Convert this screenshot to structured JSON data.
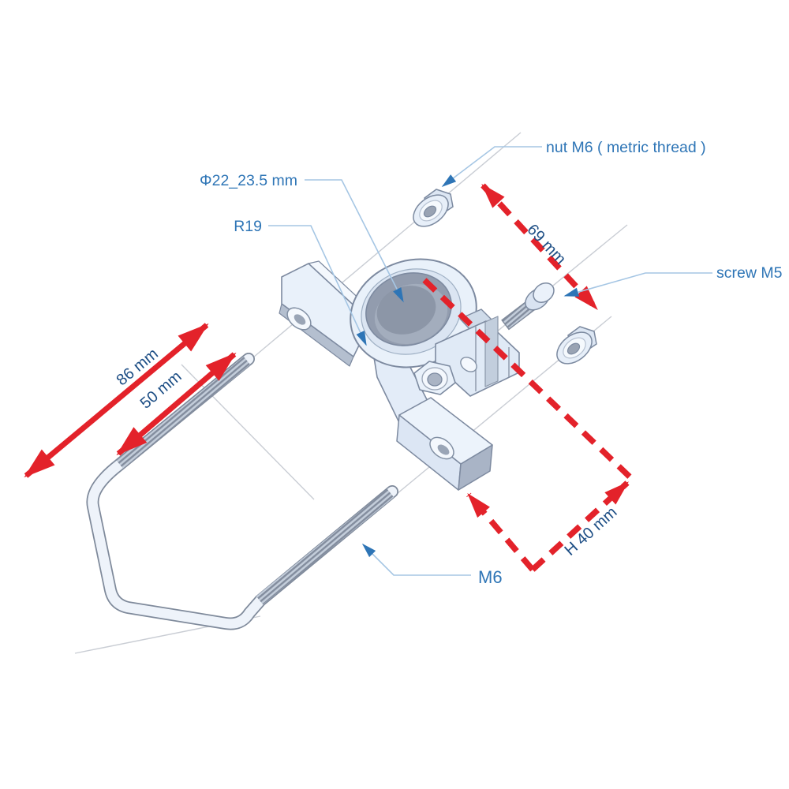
{
  "labels": {
    "nut": "nut M6 ( metric thread )",
    "phi": "Φ22_23.5 mm",
    "r19": "R19",
    "screw": "screw M5",
    "m6": "M6"
  },
  "dimensions": {
    "d86": "86 mm",
    "d50": "50 mm",
    "d69": "69 mm",
    "h40": "H 40 mm"
  },
  "colors": {
    "label_blue": "#2e75b6",
    "dim_navy": "#1d4e85",
    "red": "#e3222a",
    "leader_blue": "#a5c6e4",
    "guide_gray": "#c9cdd4",
    "part_light": "#e9f1fa",
    "part_mid": "#d9e3f1",
    "part_dark": "#a9b4c6",
    "outline": "#7d8aa0"
  }
}
